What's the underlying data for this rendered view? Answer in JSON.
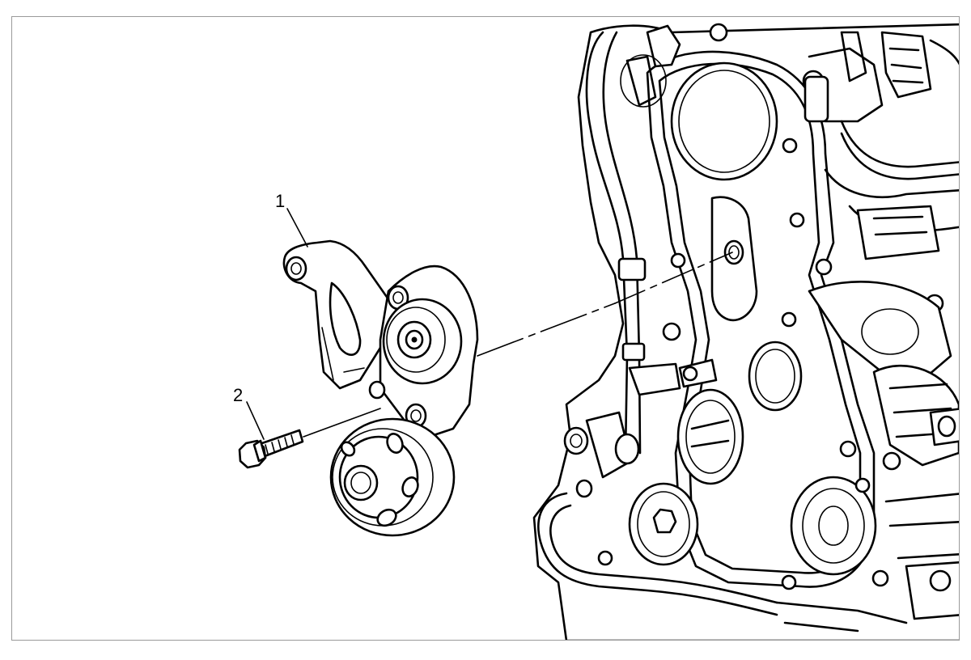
{
  "diagram": {
    "callouts": [
      {
        "id": "1",
        "label": "1"
      },
      {
        "id": "2",
        "label": "2"
      }
    ],
    "colors": {
      "line": "#000000",
      "background": "#ffffff",
      "frame": "#9a9a9a"
    }
  }
}
